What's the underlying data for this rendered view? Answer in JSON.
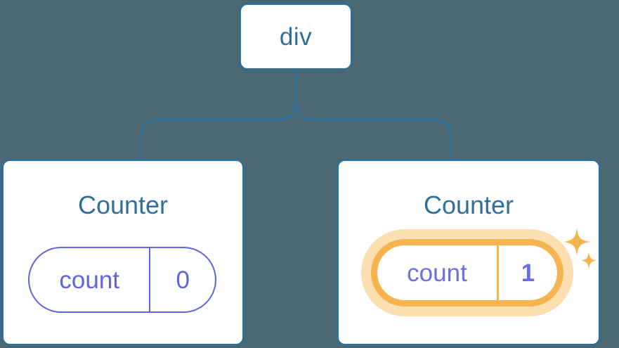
{
  "diagram": {
    "title": "React component tree with state highlight",
    "background_color": "#4c6872",
    "node_border_color": "#2e7099",
    "node_text_color": "#2e7099",
    "state_color": "#6063dd",
    "highlight_color": "#f5b44f",
    "highlight_halo_color": "#fbdfb0",
    "connector_color": "#2e7099"
  },
  "root": {
    "label": "div"
  },
  "children": [
    {
      "title": "Counter",
      "state": {
        "key": "count",
        "value": "0"
      },
      "highlighted": false
    },
    {
      "title": "Counter",
      "state": {
        "key": "count",
        "value": "1"
      },
      "highlighted": true
    }
  ],
  "icons": {
    "sparkle_large": "sparkle-icon",
    "sparkle_small": "sparkle-small-icon"
  }
}
